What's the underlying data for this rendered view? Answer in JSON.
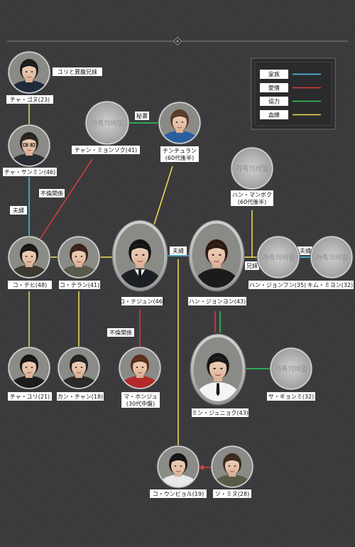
{
  "legend": {
    "items": [
      {
        "label": "家族",
        "color": "#4fc3e8"
      },
      {
        "label": "愛情",
        "color": "#e03b3b"
      },
      {
        "label": "協力",
        "color": "#2ec95a"
      },
      {
        "label": "血縁",
        "color": "#f0e05a"
      }
    ]
  },
  "colors": {
    "family": "#4fc3e8",
    "love": "#e03b3b",
    "coop": "#2ec95a",
    "blood": "#f0e05a"
  },
  "placeholder_text": "가족의비밀",
  "people": {
    "cha_gowoo": {
      "name": "チャ・ゴヌ(23)",
      "photo": "photo"
    },
    "cha_sanmin": {
      "name": "チャ・サンミン(46)",
      "photo": "photo"
    },
    "jang_myungsook": {
      "name": "チャン・ミョンソク(41)",
      "photo": "placeholder"
    },
    "chin_churan": {
      "name": "チンチュラン\n(60代後半)",
      "photo": "photo"
    },
    "han_manbok": {
      "name": "ハン・マンボク\n(60代後半)",
      "photo": "placeholder"
    },
    "ko_tehi": {
      "name": "コ・テヒ(48)",
      "photo": "photo"
    },
    "ko_teran": {
      "name": "コ・テラン(41)",
      "photo": "photo"
    },
    "ko_tejun": {
      "name": "コ・テジュン(46)",
      "photo": "photo"
    },
    "han_jongyon": {
      "name": "ハン・ジョンヨン(43)",
      "photo": "photo"
    },
    "han_jonghun": {
      "name": "ハン・ジョンフン(35)",
      "photo": "placeholder"
    },
    "kim_mijon": {
      "name": "キム・ミヨン(32)",
      "photo": "placeholder"
    },
    "cha_yuri": {
      "name": "チャ・ユリ(21)",
      "photo": "photo"
    },
    "kang_chan": {
      "name": "カン・チャン(18)",
      "photo": "photo"
    },
    "ma_honju": {
      "name": "マ・ホンジュ\n(30代中盤)",
      "photo": "photo"
    },
    "min_junhyuk": {
      "name": "ミン・ジュニョク(43)",
      "photo": "photo"
    },
    "sa_gyomi": {
      "name": "サ・ギョンミ(32)",
      "photo": "placeholder"
    },
    "ko_unbyol": {
      "name": "コ・ウンビョル(19)",
      "photo": "photo"
    },
    "so_mino": {
      "name": "ソ・ミヌ(28)",
      "photo": "photo"
    }
  },
  "relations": [
    {
      "label": "ユリと異腹兄妹"
    },
    {
      "label": "秘書"
    },
    {
      "label": "不倫関係"
    },
    {
      "label": "夫婦"
    },
    {
      "label": "夫婦"
    },
    {
      "label": "兄妹"
    },
    {
      "label": "夫婦"
    },
    {
      "label": "不倫関係"
    }
  ]
}
